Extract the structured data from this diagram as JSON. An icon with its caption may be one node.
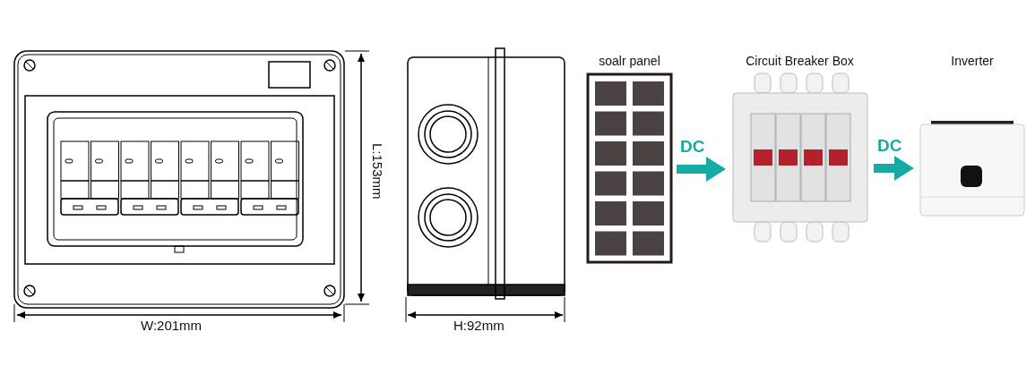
{
  "diagram": {
    "nodes": [
      {
        "text": [
          "soalr panel"
        ]
      },
      {
        "text": [
          "Circuit Breaker Box"
        ]
      },
      {
        "text": [
          "Inverter"
        ]
      }
    ],
    "edges": [
      {
        "from": 0,
        "to": 1,
        "arrow": "to",
        "label": "DC"
      },
      {
        "from": 1,
        "to": 2,
        "arrow": "to",
        "label": "DC"
      }
    ],
    "labels": [
      "L:153mm",
      "W:201mm",
      "H:92mm"
    ]
  }
}
